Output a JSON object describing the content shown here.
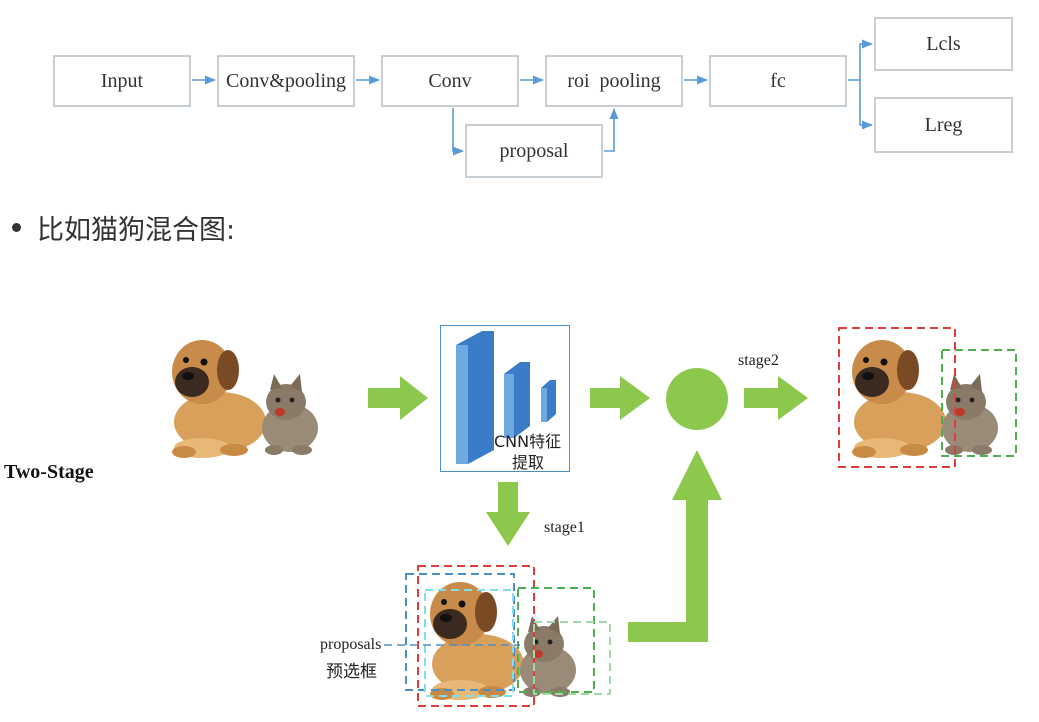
{
  "pipeline": {
    "input": "Input",
    "conv_pooling": "Conv&pooling",
    "conv": "Conv",
    "roi_pooling": "roi  pooling",
    "fc": "fc",
    "lcls": "Lcls",
    "lreg": "Lreg",
    "proposal": "proposal"
  },
  "bullet_text": "比如猫狗混合图:",
  "two_stage": {
    "title": "Two-Stage",
    "cnn_label_line1": "CNN特征",
    "cnn_label_line2": "提取",
    "stage1": "stage1",
    "stage2": "stage2",
    "proposals_line1": "proposals",
    "proposals_line2": "预选框"
  },
  "colors": {
    "arrow_green": "#8cc84b",
    "flow_blue": "#5b9bd5",
    "box_red": "#e03c3c",
    "box_green": "#4caf50",
    "box_lightgreen": "#a5d6a7",
    "box_blue": "#4a90c8",
    "box_cyan": "#80deea"
  }
}
